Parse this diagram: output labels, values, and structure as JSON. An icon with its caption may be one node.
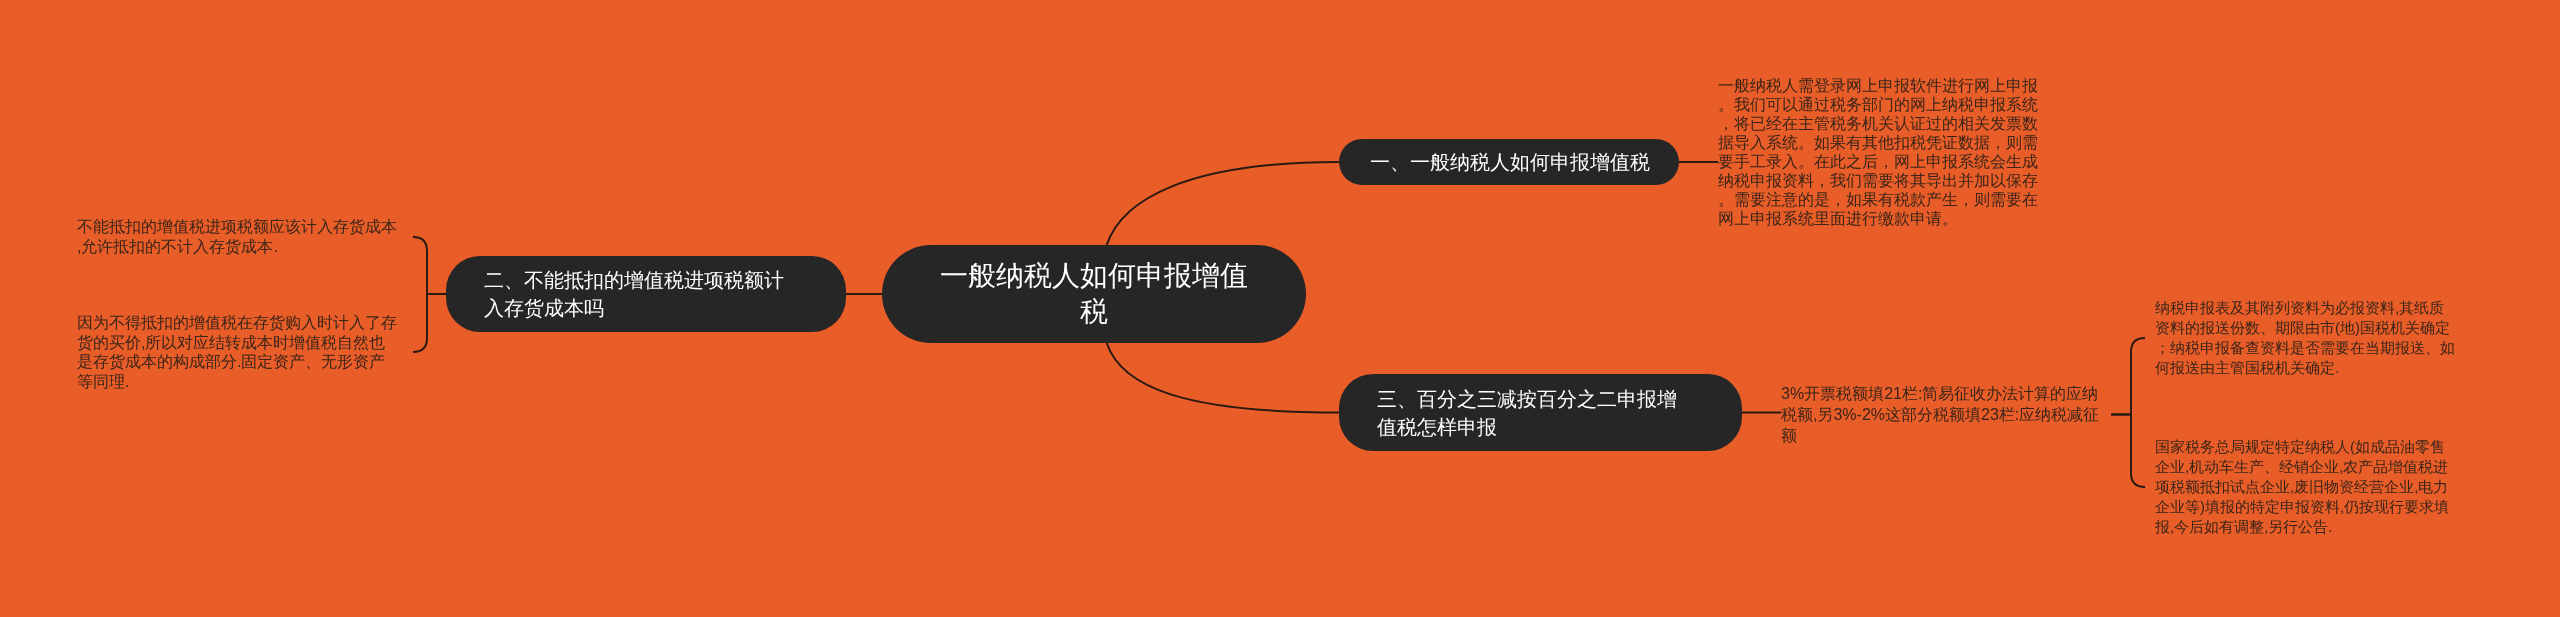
{
  "diagram": {
    "nodes": [
      {
        "text": [
          "一般纳税人如何申报增值税"
        ]
      },
      {
        "text": [
          "一、一般纳税人如何申报增值税"
        ]
      },
      {
        "text": [
          "一般纳税人需登录网上申报软件进行网上申报。我们可以通过税务部门的网上纳税申报系统，将已经在主管税务机关认证过的相关发票数据导入系统。如果有其他扣税凭证数据，则需要手工录入。在此之后，网上申报系统会生成纳税申报资料，我们需要将其导出并加以保存。需要注意的是，如果有税款产生，则需要在网上申报系统里面进行缴款申请。"
        ]
      },
      {
        "text": [
          "二、不能抵扣的增值税进项税额计入存货成本吗"
        ]
      },
      {
        "text": [
          "不能抵扣的增值税进项税额应该计入存货成本,允许抵扣的不计入存货成本."
        ]
      },
      {
        "text": [
          "因为不得抵扣的增值税在存货购入时计入了存货的买价,所以对应结转成本时增值税自然也是存货成本的构成部分.固定资产、无形资产等同理."
        ]
      },
      {
        "text": [
          "三、百分之三减按百分之二申报增值税怎样申报"
        ]
      },
      {
        "text": [
          "3%开票税额填21栏:简易征收办法计算的应纳税额,另3%-2%这部分税额填23栏:应纳税减征额"
        ]
      },
      {
        "text": [
          "纳税申报表及其附列资料为必报资料,其纸质资料的报送份数、期限由市(地)国税机关确定；纳税申报备查资料是否需要在当期报送、如何报送由主管国税机关确定."
        ]
      },
      {
        "text": [
          "国家税务总局规定特定纳税人(如成品油零售企业,机动车生产、经销企业,农产品增值税进项税额抵扣试点企业,废旧物资经营企业,电力企业等)填报的特定申报资料,仍按现行要求填报,今后如有调整,另行公告."
        ]
      }
    ],
    "edges": [
      {
        "from": 0,
        "to": 1,
        "arrow": "none"
      },
      {
        "from": 0,
        "to": 3,
        "arrow": "none"
      },
      {
        "from": 0,
        "to": 6,
        "arrow": "none"
      },
      {
        "from": 1,
        "to": 2,
        "arrow": "none"
      },
      {
        "from": 3,
        "to": 4,
        "arrow": "none"
      },
      {
        "from": 3,
        "to": 5,
        "arrow": "none"
      },
      {
        "from": 6,
        "to": 7,
        "arrow": "none"
      },
      {
        "from": 7,
        "to": 8,
        "arrow": "none"
      },
      {
        "from": 7,
        "to": 9,
        "arrow": "none"
      }
    ]
  }
}
